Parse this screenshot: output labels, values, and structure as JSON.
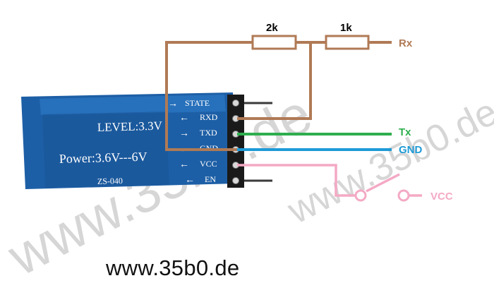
{
  "watermark": {
    "text": "www.35b0.de"
  },
  "module": {
    "level_label": "LEVEL:3.3V",
    "power_label": "Power:3.6V---6V",
    "model_label": "ZS-040",
    "pins": [
      "STATE",
      "RXD",
      "TXD",
      "GND",
      "VCC",
      "EN"
    ],
    "pin_marks": [
      "→",
      "←",
      "→",
      "←",
      "←",
      "←"
    ]
  },
  "resistors": [
    {
      "label": "2k"
    },
    {
      "label": "1k"
    }
  ],
  "connections": [
    {
      "label": "Rx",
      "color": "#b07a55"
    },
    {
      "label": "Tx",
      "color": "#2fae4e"
    },
    {
      "label": "GND",
      "color": "#1e9ad6"
    },
    {
      "label": "VCC",
      "color": "#f4a9c4"
    }
  ],
  "footer": {
    "url": "www.35b0.de"
  }
}
